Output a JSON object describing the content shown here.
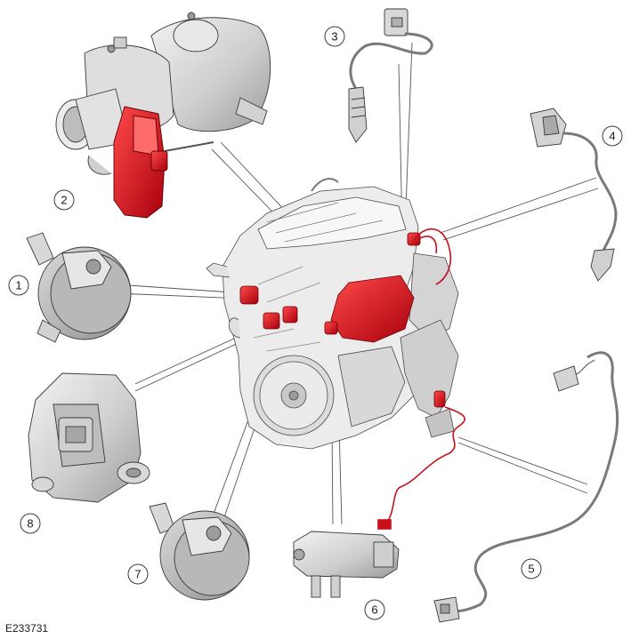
{
  "diagram": {
    "reference_code": "E233731",
    "callouts": [
      {
        "id": "c1",
        "number": "1"
      },
      {
        "id": "c2",
        "number": "2"
      },
      {
        "id": "c3",
        "number": "3"
      },
      {
        "id": "c4",
        "number": "4"
      },
      {
        "id": "c5",
        "number": "5"
      },
      {
        "id": "c6",
        "number": "6"
      },
      {
        "id": "c7",
        "number": "7"
      },
      {
        "id": "c8",
        "number": "8"
      }
    ],
    "colors": {
      "highlight": "#d10f1b",
      "part_light": "#e6e6e6",
      "part_mid": "#c4c4c4",
      "part_dark": "#8a8a8a",
      "outline": "#2b2b2b"
    }
  }
}
